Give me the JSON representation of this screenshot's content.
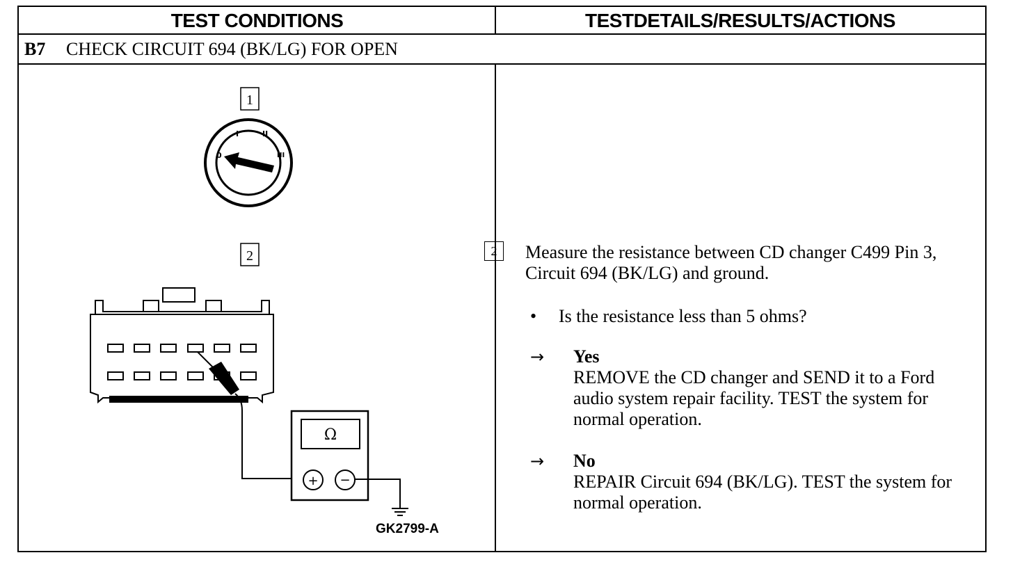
{
  "headers": {
    "left": "TEST CONDITIONS",
    "right": "TESTDETAILS/RESULTS/ACTIONS"
  },
  "step": {
    "id": "B7",
    "title": "CHECK CIRCUIT 694 (BK/LG) FOR OPEN"
  },
  "diagram": {
    "callout_1": "1",
    "callout_2": "2",
    "switch_positions": [
      "0",
      "I",
      "II",
      "III"
    ],
    "meter_symbol": "Ω",
    "meter_plus": "+",
    "meter_minus": "−",
    "figure_code": "GK2799-A"
  },
  "details": {
    "step_number": "2",
    "instruction": "Measure the resistance between CD changer C499 Pin 3, Circuit 694 (BK/LG) and ground.",
    "bullet": "•",
    "question": "Is the resistance less than 5 ohms?",
    "arrow": "→",
    "yes_label": "Yes",
    "yes_action": "REMOVE the CD changer and SEND it to a Ford audio system repair facility. TEST the system for normal operation.",
    "no_label": "No",
    "no_action": "REPAIR Circuit 694 (BK/LG). TEST the system for normal operation."
  }
}
